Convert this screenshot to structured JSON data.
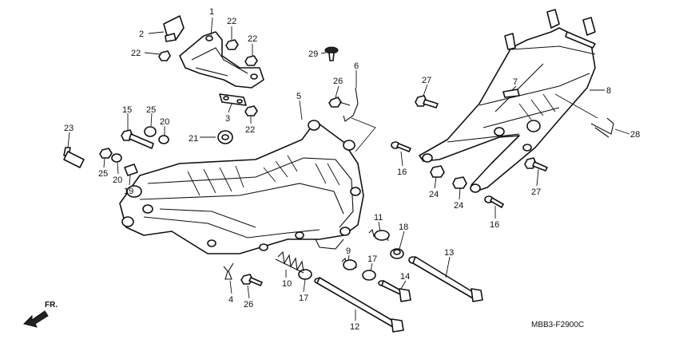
{
  "diagram": {
    "callouts": [
      {
        "n": "1"
      },
      {
        "n": "2"
      },
      {
        "n": "22"
      },
      {
        "n": "22"
      },
      {
        "n": "22"
      },
      {
        "n": "29"
      },
      {
        "n": "6"
      },
      {
        "n": "26"
      },
      {
        "n": "5"
      },
      {
        "n": "3"
      },
      {
        "n": "22"
      },
      {
        "n": "15"
      },
      {
        "n": "25"
      },
      {
        "n": "20"
      },
      {
        "n": "23"
      },
      {
        "n": "21"
      },
      {
        "n": "25"
      },
      {
        "n": "20"
      },
      {
        "n": "19"
      },
      {
        "n": "16"
      },
      {
        "n": "24"
      },
      {
        "n": "24"
      },
      {
        "n": "27"
      },
      {
        "n": "7"
      },
      {
        "n": "8"
      },
      {
        "n": "28"
      },
      {
        "n": "27"
      },
      {
        "n": "16"
      },
      {
        "n": "11"
      },
      {
        "n": "18"
      },
      {
        "n": "13"
      },
      {
        "n": "9"
      },
      {
        "n": "17"
      },
      {
        "n": "14"
      },
      {
        "n": "10"
      },
      {
        "n": "17"
      },
      {
        "n": "4"
      },
      {
        "n": "26"
      },
      {
        "n": "12"
      }
    ],
    "diagram_code": "MBB3-F2900C",
    "direction_label": "FR."
  }
}
